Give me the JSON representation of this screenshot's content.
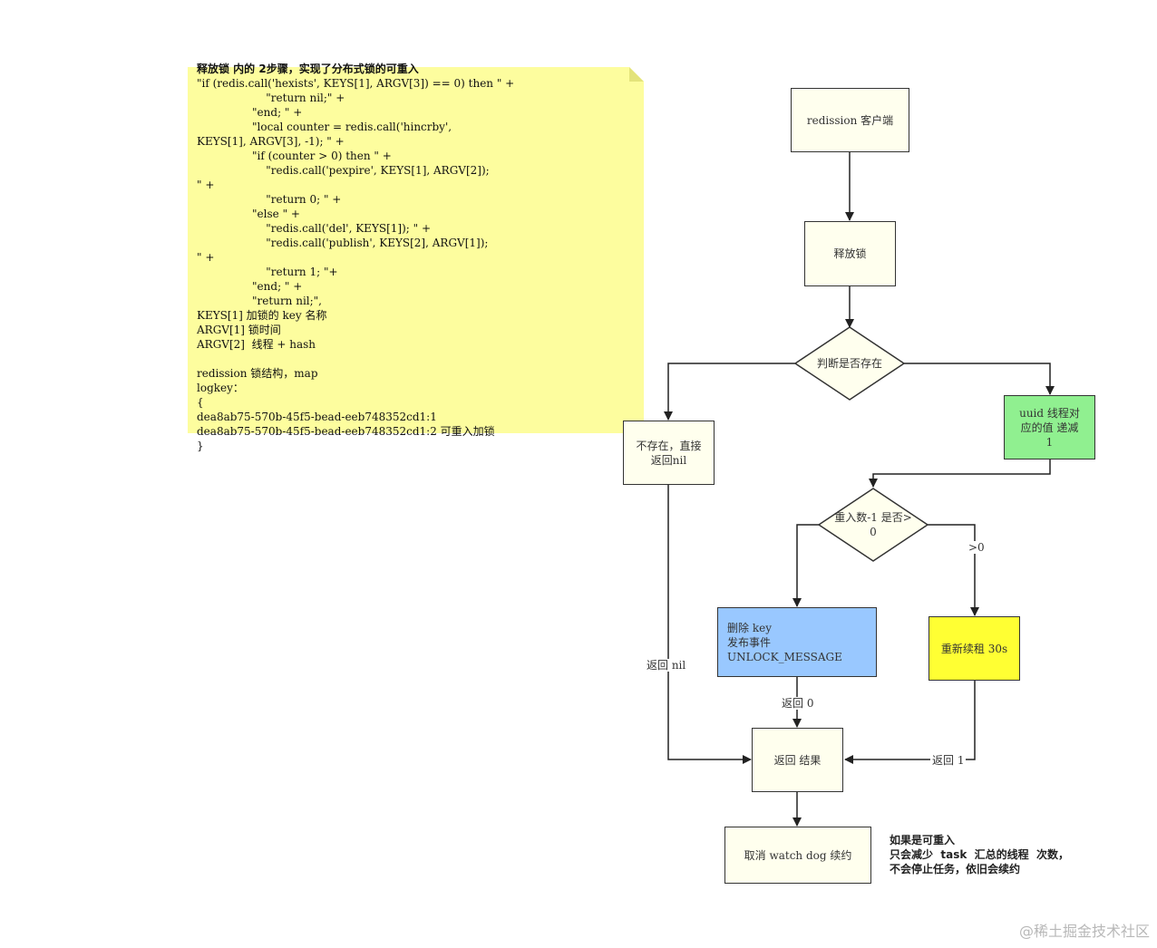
{
  "note": {
    "title": "释放锁 内的 2步骤，实现了分布式锁的可重入",
    "code": "\"if (redis.call('hexists', KEYS[1], ARGV[3]) == 0) then \" +\n                    \"return nil;\" +\n                \"end; \" +\n                \"local counter = redis.call('hincrby', \nKEYS[1], ARGV[3], -1); \" +\n                \"if (counter > 0) then \" +\n                    \"redis.call('pexpire', KEYS[1], ARGV[2]);\n\" +\n                    \"return 0; \" +\n                \"else \" +\n                    \"redis.call('del', KEYS[1]); \" +\n                    \"redis.call('publish', KEYS[2], ARGV[1]);\n\" +\n                    \"return 1; \"+\n                \"end; \" +\n                \"return nil;\",",
    "keys1": "KEYS[1] 加锁的 key 名称",
    "argv1": "ARGV[1] 锁时间",
    "argv2": "ARGV[2]  线程 + hash",
    "structure": "redission 锁结构，map",
    "logkey": "logkey：",
    "open_brace": "{",
    "entry1": "dea8ab75-570b-45f5-bead-eeb748352cd1:1",
    "entry2": "dea8ab75-570b-45f5-bead-eeb748352cd1:2 可重入加锁",
    "close_brace": "}"
  },
  "flow": {
    "client": "redission 客户端",
    "release": "释放锁",
    "exists_check": "判断是否存在",
    "not_exists": "不存在，直接\n返回nil",
    "decrement": "uuid 线程对\n应的值 递减\n1",
    "reentry_check": "重入数-1 是否>\n0",
    "delete_key": "删除 key\n发布事件 UNLOCK_MESSAGE",
    "renew": "重新续租 30s",
    "return_result": "返回 结果",
    "cancel_watchdog": "取消 watch dog 续约",
    "edge_return_nil": "返回 nil",
    "edge_gt0": ">0",
    "edge_return_0": "返回 0",
    "edge_return_1": "返回 1"
  },
  "side_note": "如果是可重入\n只会减少  task  汇总的线程  次数，\n不会停止任务，依旧会续约",
  "watermark": "@稀土掘金技术社区",
  "colors": {
    "note_bg": "#fdfd9e",
    "node_bg": "#ffffee",
    "green": "#90f090",
    "blue": "#99c8ff",
    "yellow": "#ffff33"
  }
}
